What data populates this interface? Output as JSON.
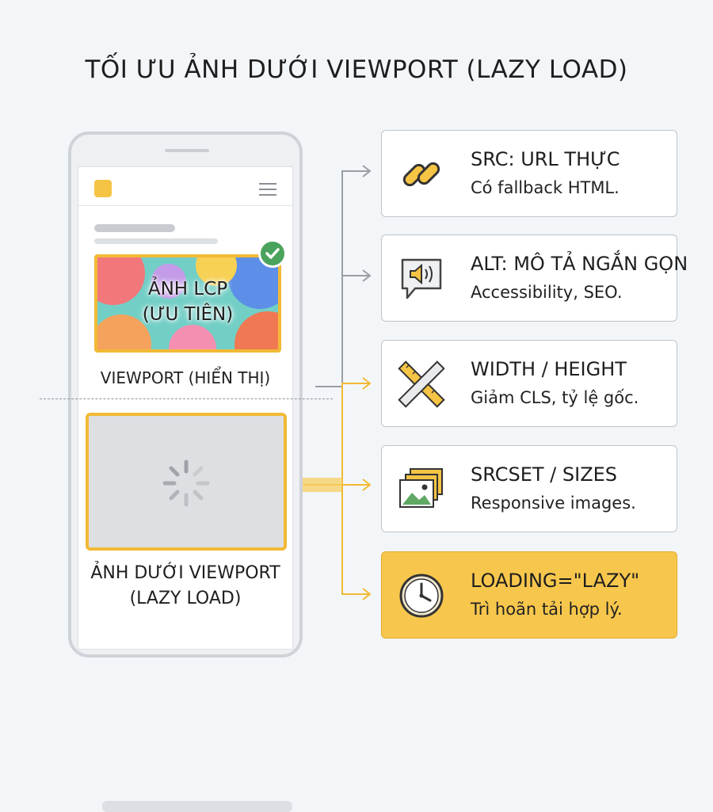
{
  "title": "TỐI ƯU ẢNH DƯỚI VIEWPORT (LAZY LOAD)",
  "phone": {
    "lcp_label_line1": "ẢNH LCP",
    "lcp_label_line2": "(ƯU TIÊN)",
    "viewport_label": "VIEWPORT (HIỂN THỊ)",
    "lazy_label_line1": "ẢNH DƯỚI VIEWPORT",
    "lazy_label_line2": "(LAZY LOAD)"
  },
  "cards": [
    {
      "title": "SRC: URL THỰC",
      "desc": "Có fallback HTML.",
      "icon": "link-icon"
    },
    {
      "title": "ALT: MÔ TẢ NGẮN GỌN",
      "desc": "Accessibility, SEO.",
      "icon": "speaker-icon"
    },
    {
      "title": "WIDTH / HEIGHT",
      "desc": "Giảm CLS, tỷ lệ gốc.",
      "icon": "ruler-icon"
    },
    {
      "title": "SRCSET / SIZES",
      "desc": "Responsive images.",
      "icon": "images-icon"
    },
    {
      "title": "LOADING=\"LAZY\"",
      "desc": "Trì hoãn tải hợp lý.",
      "icon": "clock-icon"
    }
  ],
  "colors": {
    "accent": "#f6c445",
    "highlight_card": "#f7c74d",
    "check": "#4aa35c",
    "background": "#f3f6f9"
  }
}
